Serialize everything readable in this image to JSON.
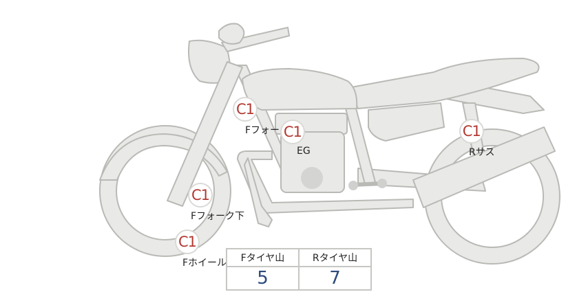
{
  "markers": [
    {
      "code": "C1",
      "label": "Fフォーク上"
    },
    {
      "code": "C1",
      "label": "EG"
    },
    {
      "code": "C1",
      "label": "Rサス"
    },
    {
      "code": "C1",
      "label": "Fフォーク下"
    },
    {
      "code": "C1",
      "label": "Fホイール"
    }
  ],
  "tread_table": {
    "front_header": "Fタイヤ山",
    "front_value": "5",
    "rear_header": "Rタイヤ山",
    "rear_value": "7"
  },
  "colors": {
    "code_text": "#b23a32",
    "value_text": "#2d4a7c",
    "bike_fill": "#e9e9e7",
    "bike_outline": "#b9b9b6"
  }
}
